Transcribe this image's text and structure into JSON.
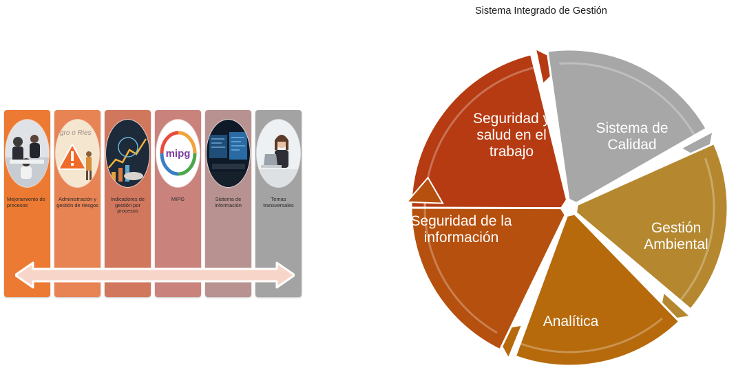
{
  "process_panel": {
    "columns": [
      {
        "label": "Mejoramiento de procesos",
        "color": "#ec7a32",
        "icon": "business-meeting-photo"
      },
      {
        "label": "Administración y gestión de riesgos",
        "color": "#e88454",
        "icon": "risk-warning-photo",
        "thumb_text": "gro o Ries"
      },
      {
        "label": "Indicadores de gestión por procesos",
        "color": "#d1775e",
        "icon": "analytics-photo"
      },
      {
        "label": "MIPG",
        "color": "#c9837c",
        "icon": "mipg-logo",
        "logo_text": "mipg"
      },
      {
        "label": "Sistema de información",
        "color": "#b89290",
        "icon": "computer-screens-photo"
      },
      {
        "label": "Temas transversales",
        "color": "#a3a3a3",
        "icon": "woman-laptop-photo"
      }
    ],
    "arrow_icon": "double-arrow-icon"
  },
  "cycle": {
    "title": "Sistema Integrado de Gestión",
    "segments": [
      {
        "label": "Seguridad y salud en el trabajo",
        "color": "#b63b12"
      },
      {
        "label": "Sistema de Calidad",
        "color": "#a7a7a7"
      },
      {
        "label": "Gestión Ambiental",
        "color": "#b58830"
      },
      {
        "label": "Analítica",
        "color": "#b66a0c"
      },
      {
        "label": "Seguridad de la información",
        "color": "#b6500e"
      }
    ]
  }
}
